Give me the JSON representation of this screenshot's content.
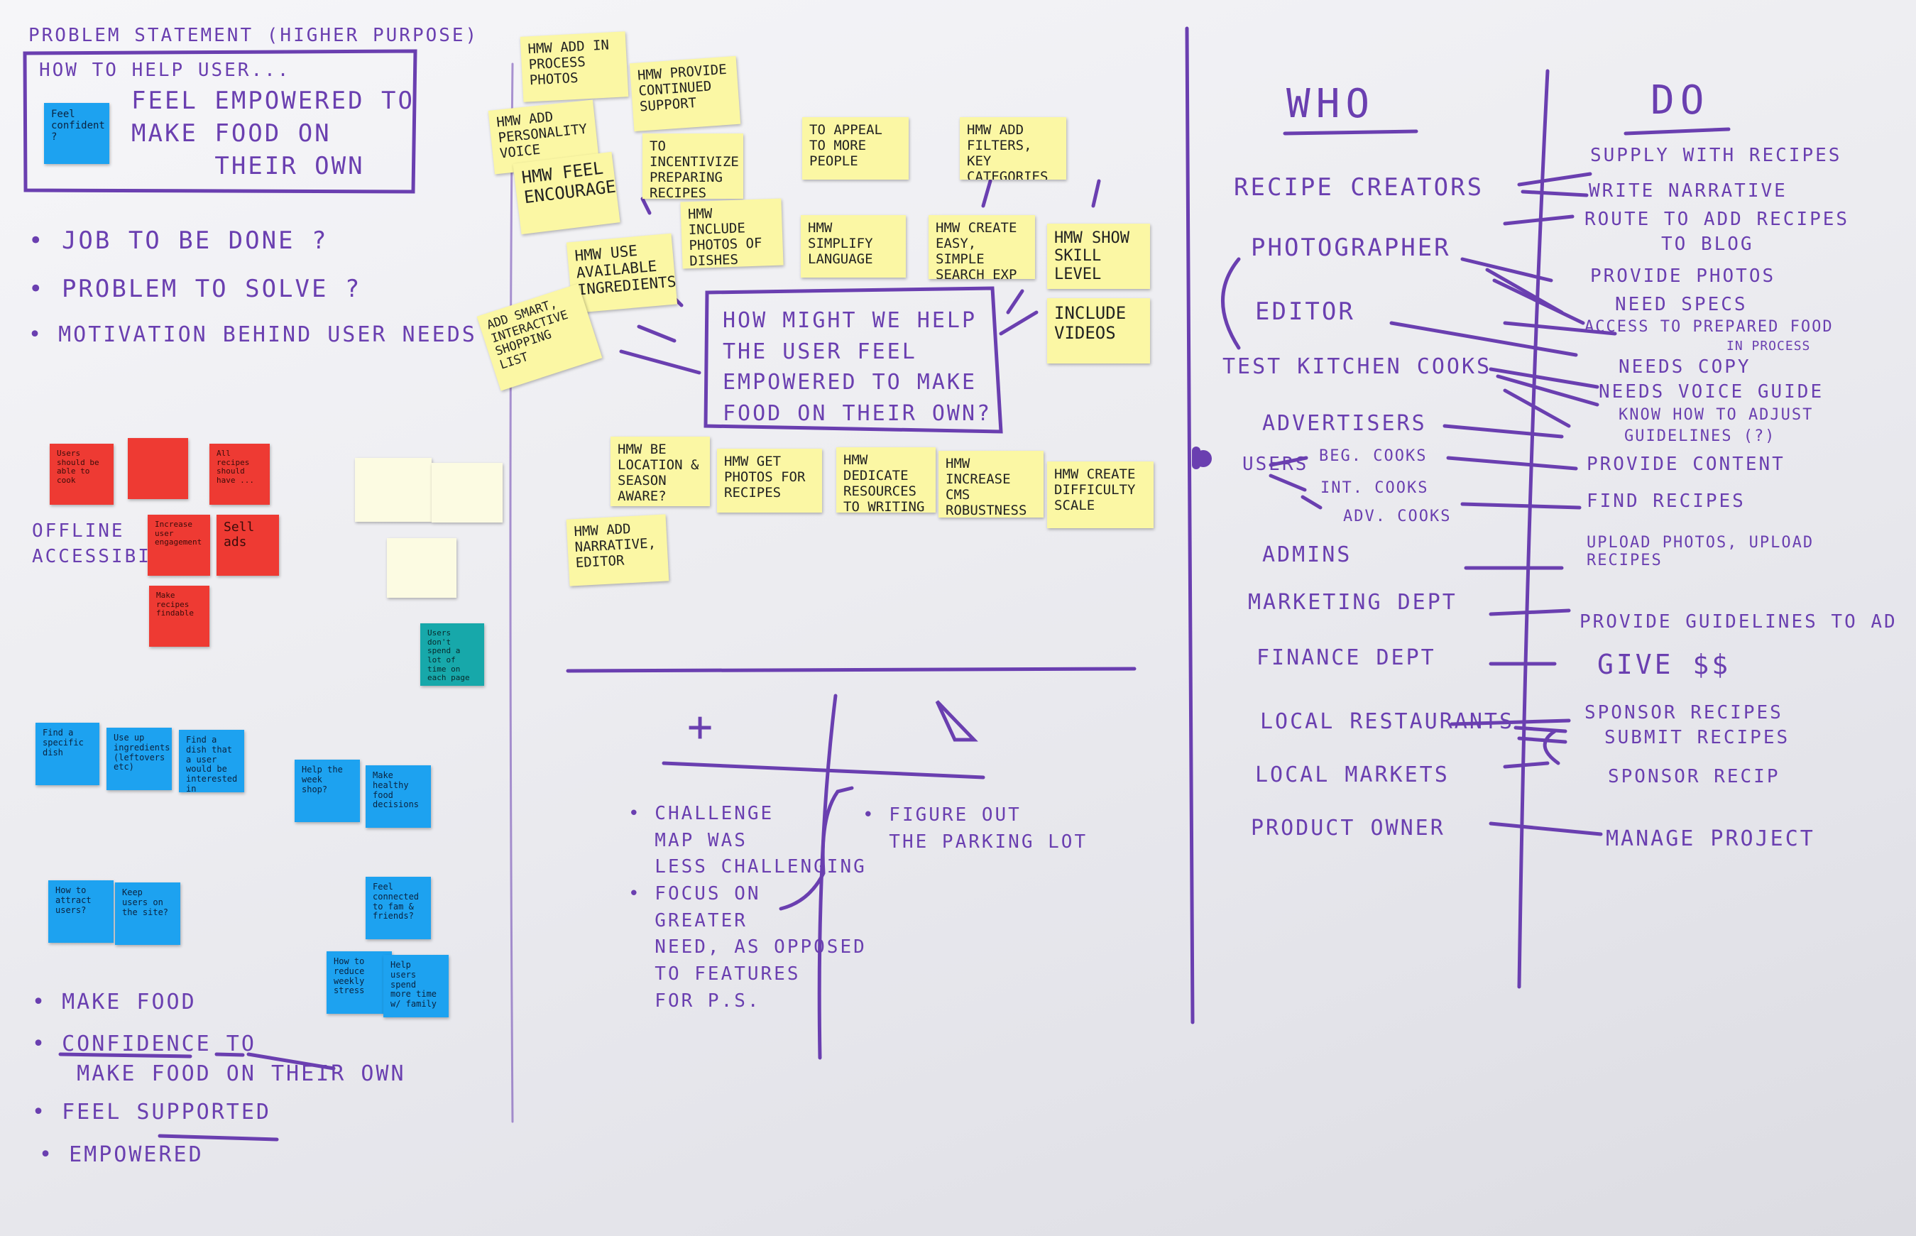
{
  "colors": {
    "ink": "#6a3fb0",
    "yellow": "#fbf7a4",
    "red": "#ee3a33",
    "blue": "#1da2f0",
    "teal": "#17a8aa",
    "pale": "#fcfbe2"
  },
  "left": {
    "problem_heading": "PROBLEM STATEMENT (HIGHER PURPOSE)",
    "box_line1": "HOW TO HELP USER...",
    "box_main": "FEEL EMPOWERED TO\nMAKE FOOD ON\n     THEIR OWN",
    "feel_confident_note": "Feel confident ?",
    "q1": "• JOB TO BE DONE ?",
    "q2": "• PROBLEM TO SOLVE ?",
    "q3": "• MOTIVATION BEHIND USER NEEDS ?",
    "offline": "OFFLINE\nACCESSIBILITY",
    "red_notes": [
      "Users should be able to cook",
      "",
      "All recipes should have ...",
      "Increase user engagement",
      "Sell ads",
      "Make recipes findable"
    ],
    "teal_note": "Users don't spend a lot of time on each page",
    "blue_notes": [
      "Find a specific dish",
      "Use up ingredients (leftovers etc)",
      "Find a dish that a user would be interested in (specific food)",
      "Help the week shop?",
      "Make healthy food decisions",
      "How to attract users?",
      "Keep users on the site?",
      "Feel connected to fam & friends?",
      "How to reduce weekly stress",
      "Help users spend more time w/ family"
    ],
    "bottom1": "• MAKE FOOD",
    "bottom2": "• CONFIDENCE TO\n   MAKE FOOD ON THEIR OWN",
    "bottom3": "• FEEL SUPPORTED",
    "bottom4": "• EMPOWERED"
  },
  "middle": {
    "hmw_box": "HOW MIGHT WE HELP\nTHE USER FEEL\nEMPOWERED TO MAKE\nFOOD ON THEIR OWN?",
    "notes_top": [
      "HMW ADD IN PROCESS PHOTOS",
      "HMW PROVIDE CONTINUED SUPPORT",
      "HMW ADD PERSONALITY VOICE",
      "HMW FEEL ENCOURAGED",
      "TO INCENTIVIZE PREPARING RECIPES",
      "TO APPEAL TO MORE PEOPLE",
      "HMW ADD FILTERS, KEY CATEGORIES",
      "HMW INCLUDE PHOTOS OF DISHES",
      "HMW SIMPLIFY LANGUAGE",
      "HMW CREATE EASY, SIMPLE SEARCH EXP",
      "HMW SHOW SKILL LEVEL",
      "HMW USE AVAILABLE INGREDIENTS",
      "ADD SMART, INTERACTIVE SHOPPING LIST",
      "INCLUDE VIDEOS"
    ],
    "notes_bottom": [
      "HMW BE LOCATION & SEASON AWARE?",
      "HMW GET PHOTOS FOR RECIPES",
      "HMW DEDICATE RESOURCES TO WRITING",
      "HMW INCREASE CMS ROBUSTNESS",
      "HMW CREATE DIFFICULTY SCALE",
      "HMW ADD NARRATIVE, EDITOR"
    ],
    "plus": "+",
    "delta": "△",
    "plus_text": "• CHALLENGE\n  MAP WAS\n  LESS CHALLENGING\n• FOCUS ON\n  GREATER\n  NEED, AS OPPOSED\n  TO FEATURES\n  FOR P.S.",
    "delta_text": "• FIGURE OUT\n  THE PARKING LOT"
  },
  "right": {
    "who": "WHO",
    "do": "DO",
    "who_items": [
      "RECIPE CREATORS",
      "PHOTOGRAPHER",
      "EDITOR",
      "TEST KITCHEN COOKS",
      "ADVERTISERS",
      "USERS",
      "BEG. COOKS",
      "INT. COOKS",
      "ADV. COOKS",
      "ADMINS",
      "MARKETING DEPT",
      "FINANCE DEPT",
      "LOCAL RESTAURANTS",
      "LOCAL MARKETS",
      "PRODUCT OWNER"
    ],
    "do_items": [
      "SUPPLY WITH RECIPES",
      "WRITE NARRATIVE",
      "ROUTE TO ADD RECIPES",
      "TO BLOG",
      "PROVIDE PHOTOS",
      "NEED SPECS",
      "ACCESS TO PREPARED FOOD",
      "IN PROCESS",
      "NEEDS COPY",
      "NEEDS VOICE GUIDE",
      "KNOW HOW TO ADJUST",
      "GUIDELINES (?)",
      "PROVIDE CONTENT",
      "FIND RECIPES",
      "UPLOAD PHOTOS, UPLOAD RECIPES",
      "PROVIDE GUIDELINES TO AD",
      "GIVE $$",
      "SPONSOR RECIPES",
      "SUBMIT RECIPES",
      "SPONSOR RECIP",
      "MANAGE PROJECT"
    ]
  }
}
